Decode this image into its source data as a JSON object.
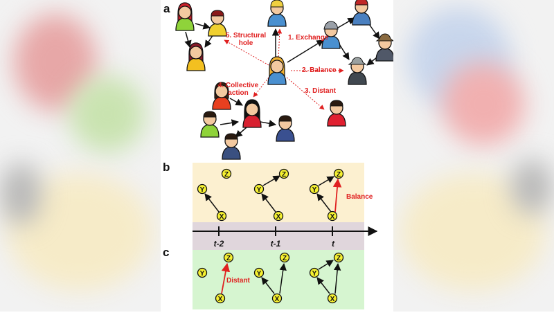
{
  "panels": {
    "a": "a",
    "b": "b",
    "c": "c"
  },
  "mechanisms": {
    "exchange": "1. Exchange",
    "balance": "2. Balance",
    "distant": "3. Distant",
    "collective_line1": "4. Collective",
    "collective_line2": "action",
    "structural_line1": "5. Structural",
    "structural_line2": "hole"
  },
  "nodes": {
    "x": "X",
    "y": "Y",
    "z": "Z"
  },
  "timeline": {
    "t_minus_2": "t-2",
    "t_minus_1": "t-1",
    "t": "t"
  },
  "annotations": {
    "balance": "Balance",
    "distant": "Distant"
  },
  "colors": {
    "accent_red": "#e02020",
    "panel_b_background": "#fcf0d0",
    "panel_c_background": "#d6f5d0",
    "timeline_band": "#e0d6dc",
    "node_fill": "#f5f030"
  }
}
